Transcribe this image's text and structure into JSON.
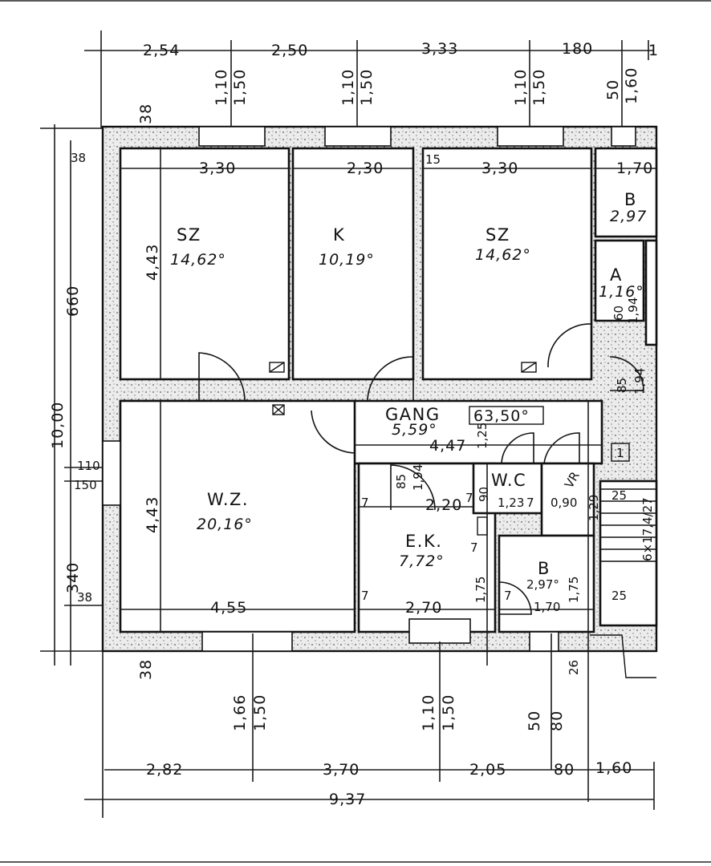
{
  "dimensions": {
    "top_row": [
      "2,54",
      "2,50",
      "3,33",
      "180",
      "1"
    ],
    "top_windows": [
      {
        "w": "1,10",
        "h": "1,50"
      },
      {
        "w": "1,10",
        "h": "1,50"
      },
      {
        "w": "1,10",
        "h": "1,50"
      },
      {
        "w": "50",
        "h": "1,60"
      }
    ],
    "left": {
      "total": "10,00",
      "upper": "660",
      "lower": "340",
      "wall_top": "38",
      "wall_mid": "38",
      "wall_left": "38",
      "window_w": "110",
      "window_h": "150"
    },
    "inner": {
      "sz1_w": "3,30",
      "k_w": "2,30",
      "gap": "15",
      "sz2_w": "3,30",
      "b_w": "1,70",
      "height_443_a": "4,43",
      "height_443_b": "4,43",
      "wz_w": "4,55",
      "ek_w": "2,70",
      "b2_w": "1,70",
      "gang_w": "4,47",
      "ek_h": "2,20"
    },
    "bottom_windows": [
      {
        "w": "1,66",
        "h": "1,50"
      },
      {
        "w": "1,10",
        "h": "1,50"
      },
      {
        "w": "50",
        "h": "80"
      }
    ],
    "bottom_row": [
      "2,82",
      "3,70",
      "2,05",
      "80",
      "1,60"
    ],
    "overall_bottom": "9,37",
    "bottom_wall": "38",
    "misc": {
      "d85a": "85",
      "d194a": "1,94",
      "d85b": "85",
      "d194b": "1,94",
      "d125": "1,25",
      "d90": "90",
      "d7a": "7",
      "d7b": "7",
      "d7c": "7",
      "d7d": "7",
      "d7e": "7",
      "d7f": "7",
      "d175a": "1,75",
      "d175b": "1,75",
      "d129": "1,29",
      "d25a": "25",
      "d25b": "25",
      "d26": "26",
      "stairs": "6×17,4/27",
      "a_small": "60",
      "a_small2": "1,94",
      "badge": "1"
    }
  },
  "rooms": [
    {
      "id": "sz1",
      "name": "SZ",
      "area": "14,62°"
    },
    {
      "id": "k",
      "name": "K",
      "area": "10,19°"
    },
    {
      "id": "sz2",
      "name": "SZ",
      "area": "14,62°"
    },
    {
      "id": "b1",
      "name": "B",
      "area": "2,97"
    },
    {
      "id": "a",
      "name": "A",
      "area": "1,16°"
    },
    {
      "id": "gang",
      "name": "GANG",
      "area": "5,59°"
    },
    {
      "id": "wz",
      "name": "W.Z.",
      "area": "20,16°"
    },
    {
      "id": "ek",
      "name": "E.K.",
      "area": "7,72°"
    },
    {
      "id": "wc",
      "name": "W.C",
      "area": "1,23"
    },
    {
      "id": "vr",
      "name": "VR",
      "area": "0,90"
    },
    {
      "id": "b2",
      "name": "B",
      "area": "2,97°"
    }
  ],
  "total_area": "63,50°"
}
